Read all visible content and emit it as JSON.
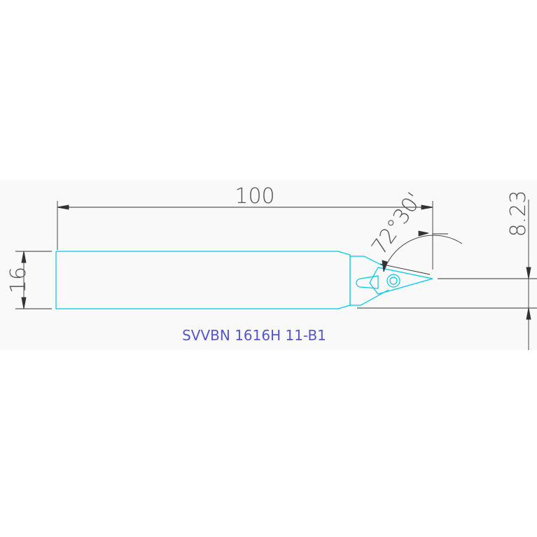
{
  "dimensions": {
    "length": "100",
    "height": "16",
    "offset": "8.23",
    "angle": "72°30'"
  },
  "part_label": "SVVBN 1616H 11-B1",
  "colors": {
    "tool_outline": "#00c8e6",
    "dimension_lines": "#333333",
    "label": "#5555cc",
    "background_band": "#f9f9f9"
  }
}
